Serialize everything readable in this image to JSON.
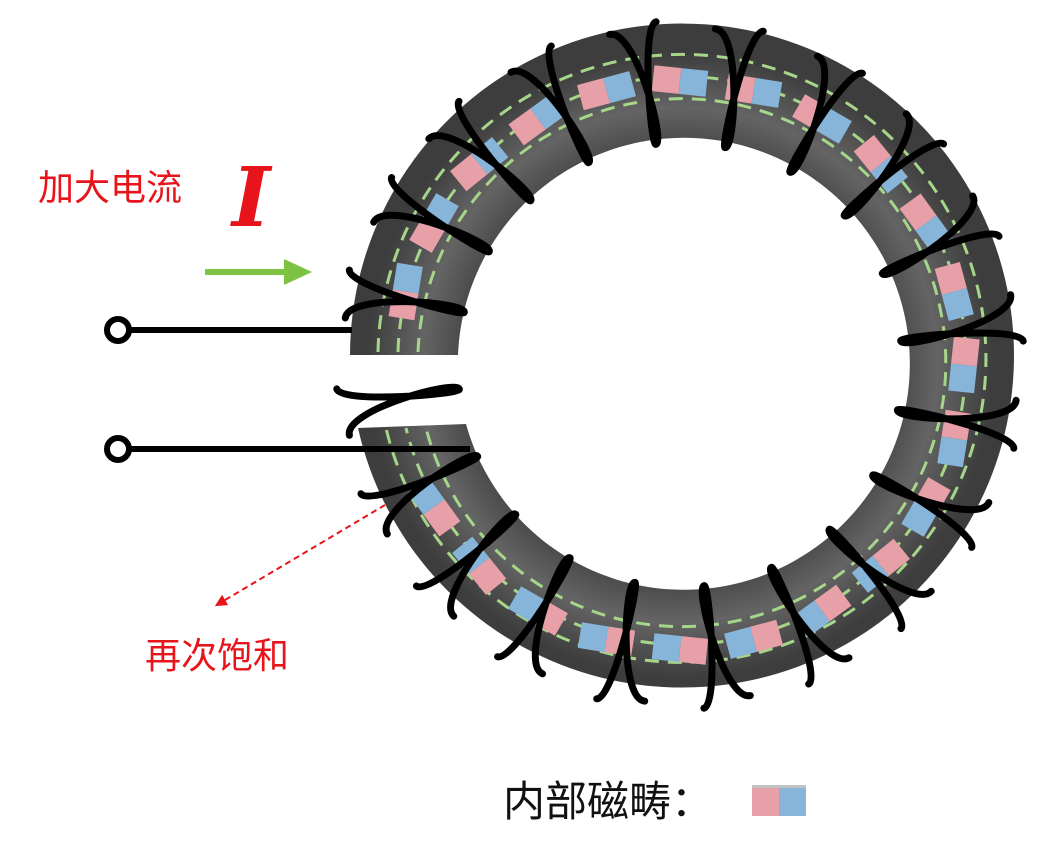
{
  "labels": {
    "increase_current": "加大电流",
    "current_symbol": "I",
    "resaturation": "再次饱和",
    "legend_text": "内部磁畴："
  },
  "colors": {
    "core": "#5a5a5a",
    "core_edge": "#3c3c3c",
    "winding": "#000000",
    "flux_dash": "#a6d68a",
    "domain_pink": "#e7a0a8",
    "domain_blue": "#86b5d9",
    "arrow_green": "#7dc242",
    "annotation_red": "#e8141b"
  },
  "icons": {
    "terminal": "terminal-circle-icon",
    "current_arrow": "arrow-right-icon",
    "pointer_arrow": "dashed-arrow-icon"
  }
}
